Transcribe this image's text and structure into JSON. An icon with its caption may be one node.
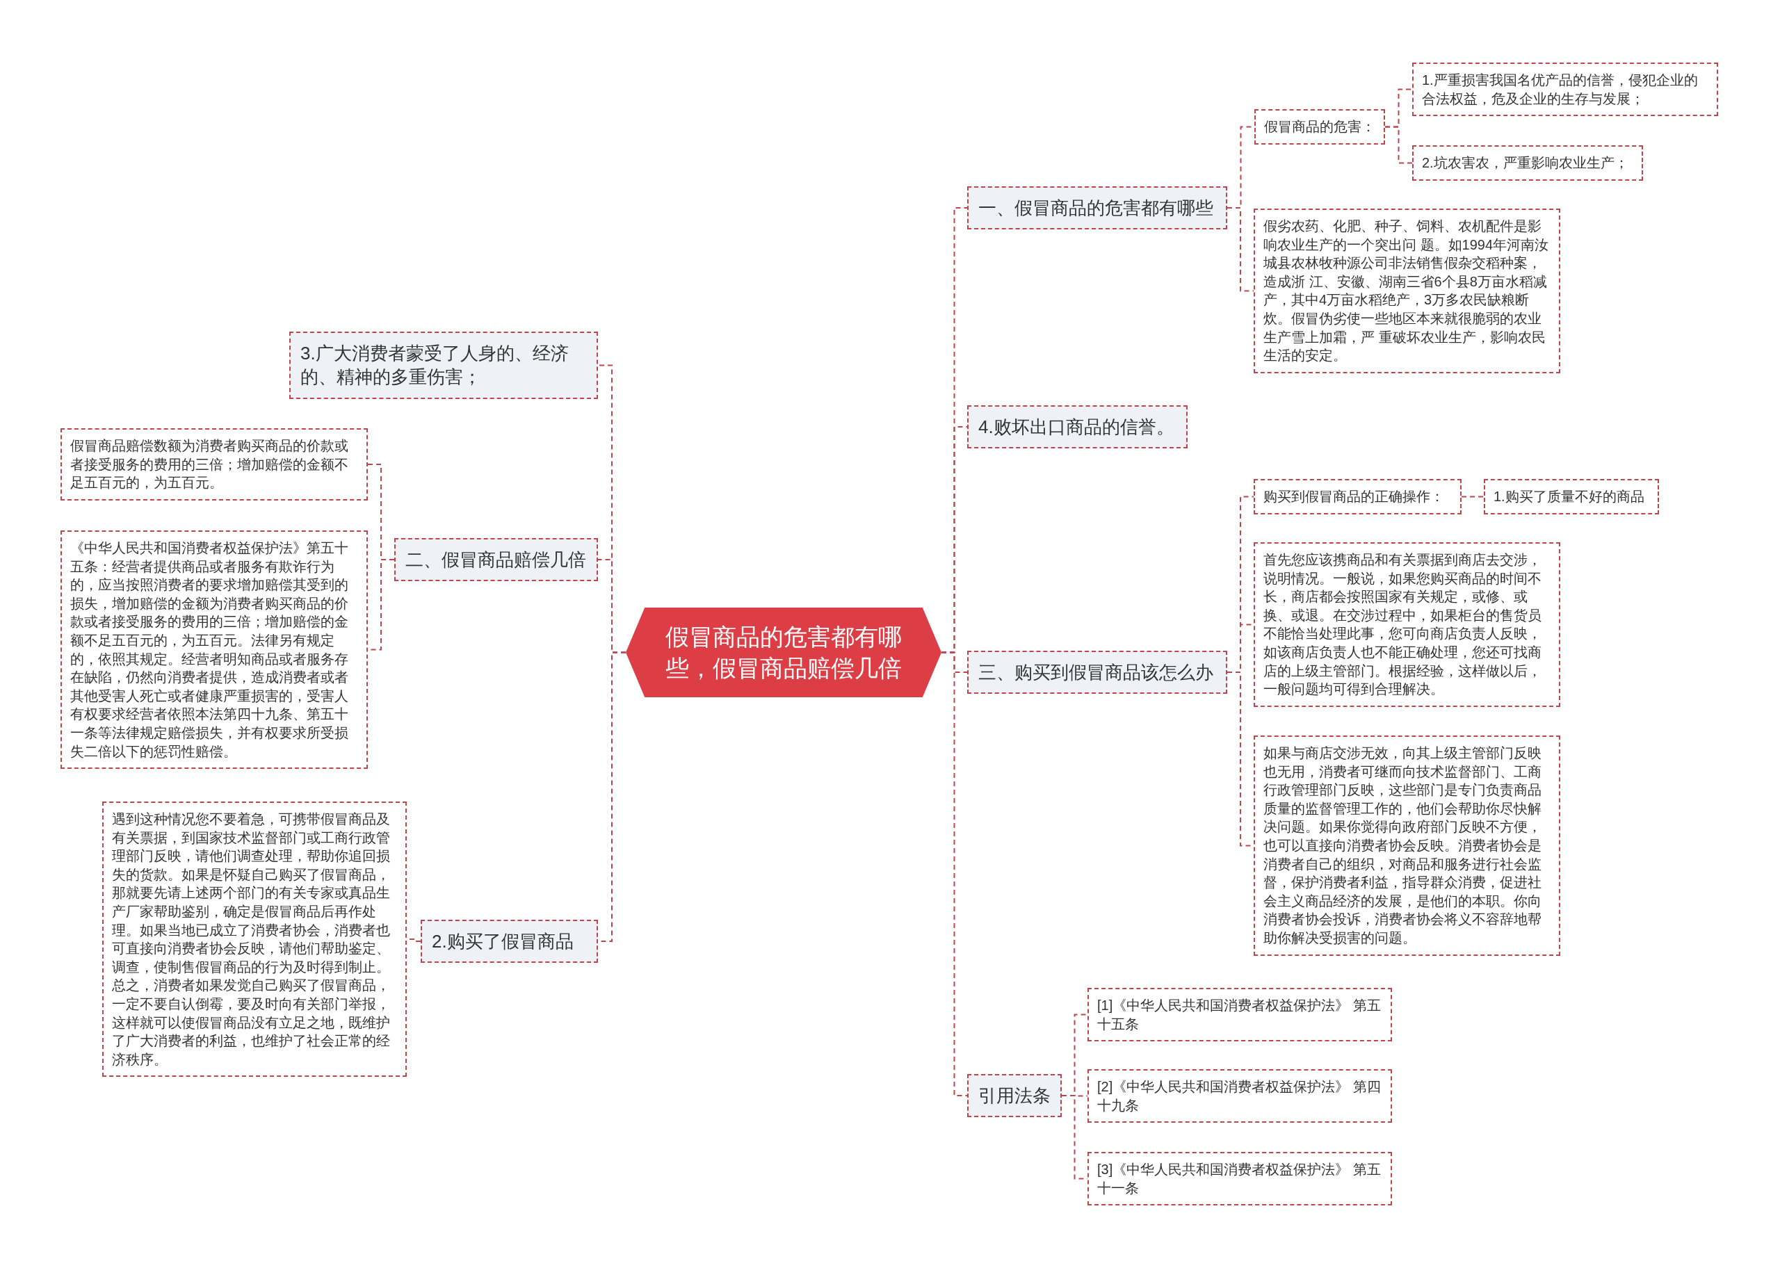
{
  "diagram": {
    "nodes": [
      {
        "text": [
          "假冒商品的危害都有哪些，假冒商品赔偿几倍"
        ]
      },
      {
        "text": [
          "一、假冒商品的危害都有哪些"
        ]
      },
      {
        "text": [
          "假冒商品的危害："
        ]
      },
      {
        "text": [
          "1.严重损害我国名优产品的信誉，侵犯企业的合法权益，危及企业的生存与发展；"
        ]
      },
      {
        "text": [
          "2.坑农害农，严重影响农业生产；"
        ]
      },
      {
        "text": [
          "假劣农药、化肥、种子、饲料、农机配件是影响农业生产的一个突出问 题。如1994年河南汝城县农林牧种源公司非法销售假杂交稻种案，造成浙 江、安徽、湖南三省6个县8万亩水稻减产，其中4万亩水稻绝产，3万多农民缺粮断炊。假冒伪劣使一些地区本来就很脆弱的农业生产雪上加霜，严 重破坏农业生产，影响农民生活的安定。"
        ]
      },
      {
        "text": [
          "4.败坏出口商品的信誉。"
        ]
      },
      {
        "text": [
          "三、购买到假冒商品该怎么办"
        ]
      },
      {
        "text": [
          "购买到假冒商品的正确操作："
        ]
      },
      {
        "text": [
          "1.购买了质量不好的商品"
        ]
      },
      {
        "text": [
          "首先您应该携商品和有关票据到商店去交涉，说明情况。一般说，如果您购买商品的时间不长，商店都会按照国家有关规定，或修、或换、或退。在交涉过程中，如果柜台的售货员不能恰当处理此事，您可向商店负责人反映，如该商店负责人也不能正确处理，您还可找商店的上级主管部门。根据经验，这样做以后，一般问题均可得到合理解决。"
        ]
      },
      {
        "text": [
          "如果与商店交涉无效，向其上级主管部门反映也无用，消费者可继而向技术监督部门、工商行政管理部门反映，这些部门是专门负责商品质量的监督管理工作的，他们会帮助你尽快解决问题。如果你觉得向政府部门反映不方便，也可以直接向消费者协会反映。消费者协会是消费者自己的组织，对商品和服务进行社会监督，保护消费者利益，指导群众消费，促进社会主义商品经济的发展，是他们的本职。你向消费者协会投诉，消费者协会将义不容辞地帮助你解决受损害的问题。"
        ]
      },
      {
        "text": [
          "引用法条"
        ]
      },
      {
        "text": [
          "[1]《中华人民共和国消费者权益保护法》 第五十五条"
        ]
      },
      {
        "text": [
          "[2]《中华人民共和国消费者权益保护法》 第四十九条"
        ]
      },
      {
        "text": [
          "[3]《中华人民共和国消费者权益保护法》 第五十一条"
        ]
      },
      {
        "text": [
          "3.广大消费者蒙受了人身的、经济的、精神的多重伤害；"
        ]
      },
      {
        "text": [
          "二、假冒商品赔偿几倍"
        ]
      },
      {
        "text": [
          "假冒商品赔偿数额为消费者购买商品的价款或者接受服务的费用的三倍；增加赔偿的金额不足五百元的，为五百元。"
        ]
      },
      {
        "text": [
          "《中华人民共和国消费者权益保护法》第五十五条：经营者提供商品或者服务有欺诈行为的，应当按照消费者的要求增加赔偿其受到的损失，增加赔偿的金额为消费者购买商品的价款或者接受服务的费用的三倍；增加赔偿的金额不足五百元的，为五百元。法律另有规定的，依照其规定。经营者明知商品或者服务存在缺陷，仍然向消费者提供，造成消费者或者其他受害人死亡或者健康严重损害的，受害人有权要求经营者依照本法第四十九条、第五十一条等法律规定赔偿损失，并有权要求所受损失二倍以下的惩罚性赔偿。"
        ]
      },
      {
        "text": [
          "2.购买了假冒商品"
        ]
      },
      {
        "text": [
          "遇到这种情况您不要着急，可携带假冒商品及有关票据，到国家技术监督部门或工商行政管理部门反映，请他们调查处理，帮助你追回损失的货款。如果是怀疑自己购买了假冒商品，那就要先请上述两个部门的有关专家或真品生产厂家帮助鉴别，确定是假冒商品后再作处理。如果当地已成立了消费者协会，消费者也可直接向消费者协会反映，请他们帮助鉴定、调查，使制售假冒商品的行为及时得到制止。总之，消费者如果发觉自己购买了假冒商品，一定不要自认倒霉，要及时向有关部门举报，这样就可以使假冒商品没有立足之地，既维护了广大消费者的利益，也维护了社会正常的经济秩序。"
        ]
      }
    ],
    "edges": [
      {
        "from": 0,
        "to": 1,
        "arrow": "none",
        "style": "dashed"
      },
      {
        "from": 0,
        "to": 6,
        "arrow": "none",
        "style": "dashed"
      },
      {
        "from": 0,
        "to": 7,
        "arrow": "none",
        "style": "dashed"
      },
      {
        "from": 0,
        "to": 12,
        "arrow": "none",
        "style": "dashed"
      },
      {
        "from": 0,
        "to": 16,
        "arrow": "none",
        "style": "dashed"
      },
      {
        "from": 0,
        "to": 17,
        "arrow": "none",
        "style": "dashed"
      },
      {
        "from": 0,
        "to": 20,
        "arrow": "none",
        "style": "dashed"
      },
      {
        "from": 1,
        "to": 2,
        "arrow": "none",
        "style": "dashed"
      },
      {
        "from": 1,
        "to": 5,
        "arrow": "none",
        "style": "dashed"
      },
      {
        "from": 2,
        "to": 3,
        "arrow": "none",
        "style": "dashed"
      },
      {
        "from": 2,
        "to": 4,
        "arrow": "none",
        "style": "dashed"
      },
      {
        "from": 7,
        "to": 8,
        "arrow": "none",
        "style": "dashed"
      },
      {
        "from": 7,
        "to": 10,
        "arrow": "none",
        "style": "dashed"
      },
      {
        "from": 7,
        "to": 11,
        "arrow": "none",
        "style": "dashed"
      },
      {
        "from": 8,
        "to": 9,
        "arrow": "none",
        "style": "dashed"
      },
      {
        "from": 12,
        "to": 13,
        "arrow": "none",
        "style": "dashed"
      },
      {
        "from": 12,
        "to": 14,
        "arrow": "none",
        "style": "dashed"
      },
      {
        "from": 12,
        "to": 15,
        "arrow": "none",
        "style": "dashed"
      },
      {
        "from": 17,
        "to": 18,
        "arrow": "none",
        "style": "dashed"
      },
      {
        "from": 17,
        "to": 19,
        "arrow": "none",
        "style": "dashed"
      },
      {
        "from": 20,
        "to": 21,
        "arrow": "none",
        "style": "dashed"
      }
    ]
  }
}
